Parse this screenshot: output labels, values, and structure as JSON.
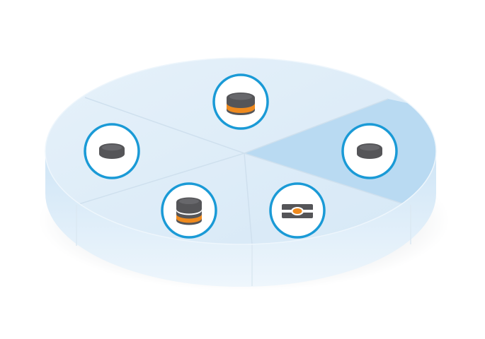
{
  "diagram": {
    "colors": {
      "background": "#ffffff",
      "disc_top": "#dcecf8",
      "disc_top_light": "#e8f3fb",
      "highlight_segment": "#b9daf2",
      "disc_side_top": "#cfe5f6",
      "disc_side_bottom": "#eef6fc",
      "divider": "#cfe0ee",
      "ring": "#1a9ad6",
      "badge_fill": "#ffffff",
      "icon_dark": "#555558",
      "icon_accent": "#ef8a1e",
      "shadow": "#9aa3ab"
    },
    "highlighted_segment": "right",
    "segments": [
      "top",
      "right",
      "bottom-right",
      "bottom-left",
      "left"
    ],
    "nodes": [
      {
        "name": "top-node",
        "icon": "database-two-layer-orange-icon"
      },
      {
        "name": "left-node",
        "icon": "disk-icon"
      },
      {
        "name": "right-node",
        "icon": "disk-icon"
      },
      {
        "name": "bottom-left-node",
        "icon": "database-three-layer-orange-icon"
      },
      {
        "name": "bottom-right-node",
        "icon": "chip-card-icon"
      }
    ]
  }
}
